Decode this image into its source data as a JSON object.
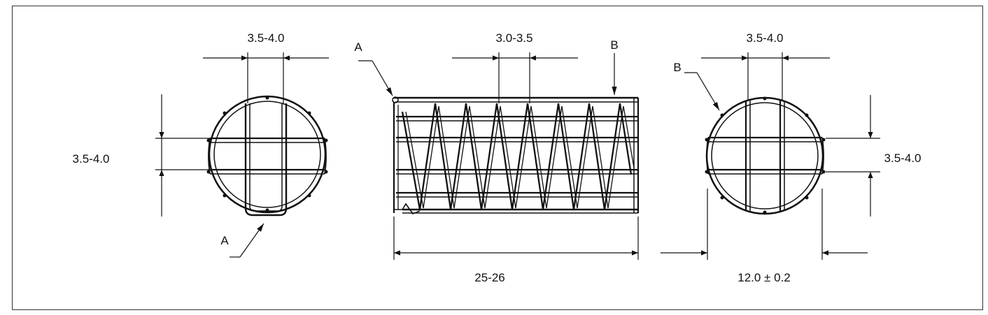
{
  "colors": {
    "line": "#111111",
    "background": "#ffffff"
  },
  "left_view": {
    "top_dim": "3.5-4.0",
    "side_dim": "3.5-4.0",
    "callout_a": "A"
  },
  "side_view": {
    "top_dim": "3.0-3.5",
    "length_dim": "25-26",
    "callout_a": "A",
    "callout_b": "B"
  },
  "right_view": {
    "top_dim": "3.5-4.0",
    "side_dim": "3.5-4.0",
    "diameter_dim": "12.0 ± 0.2",
    "callout_b": "B"
  }
}
